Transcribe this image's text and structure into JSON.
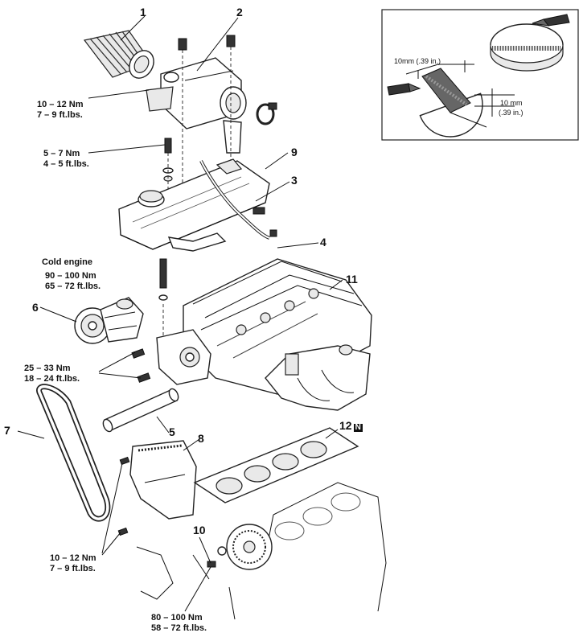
{
  "callouts": {
    "c1": "1",
    "c2": "2",
    "c3": "3",
    "c4": "4",
    "c5": "5",
    "c6": "6",
    "c7": "7",
    "c8": "8",
    "c9": "9",
    "c10": "10",
    "c11": "11",
    "c12": "12",
    "c12_badge": "N"
  },
  "torques": {
    "t_cover_bracket": [
      "10 – 12 Nm",
      "7 – 9 ft.lbs."
    ],
    "t_rocker_bolt": [
      "5 – 7 Nm",
      "4 – 5 ft.lbs."
    ],
    "cold_engine_label": "Cold  engine",
    "t_head_bolt": [
      "90 – 100 Nm",
      "65 – 72 ft.lbs."
    ],
    "t_pump_bolts": [
      "25 – 33 Nm",
      "18 – 24 ft.lbs."
    ],
    "t_timing_cover": [
      "10 – 12 Nm",
      "7 – 9 ft.lbs."
    ],
    "t_sprocket": [
      "80 – 100 Nm",
      "58 – 72 ft.lbs."
    ]
  },
  "inset": {
    "dim_a": "10mm (.39 in.)",
    "dim_b1": "10 mm",
    "dim_b2": "(.39 in.)"
  }
}
